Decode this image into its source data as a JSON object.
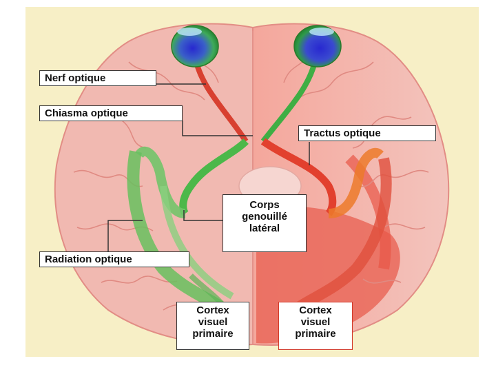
{
  "diagram": {
    "labels": {
      "nerf_optique": "Nerf optique",
      "chiasma_optique": "Chiasma optique",
      "tractus_optique": "Tractus optique",
      "corps_genouille": [
        "Corps",
        "genouillé",
        "latéral"
      ],
      "radiation_optique": "Radiation optique",
      "cortex_gauche": [
        "Cortex",
        "visuel",
        "primaire"
      ],
      "cortex_droit": [
        "Cortex",
        "visuel",
        "primaire"
      ]
    },
    "colors": {
      "background": "#f7efc6",
      "brain_left": "#f2b9b2",
      "brain_right": "#ea6e5f",
      "pathway_green": "#4fb64a",
      "pathway_red": "#e2402e",
      "eye_blue": "#3030c8"
    }
  }
}
